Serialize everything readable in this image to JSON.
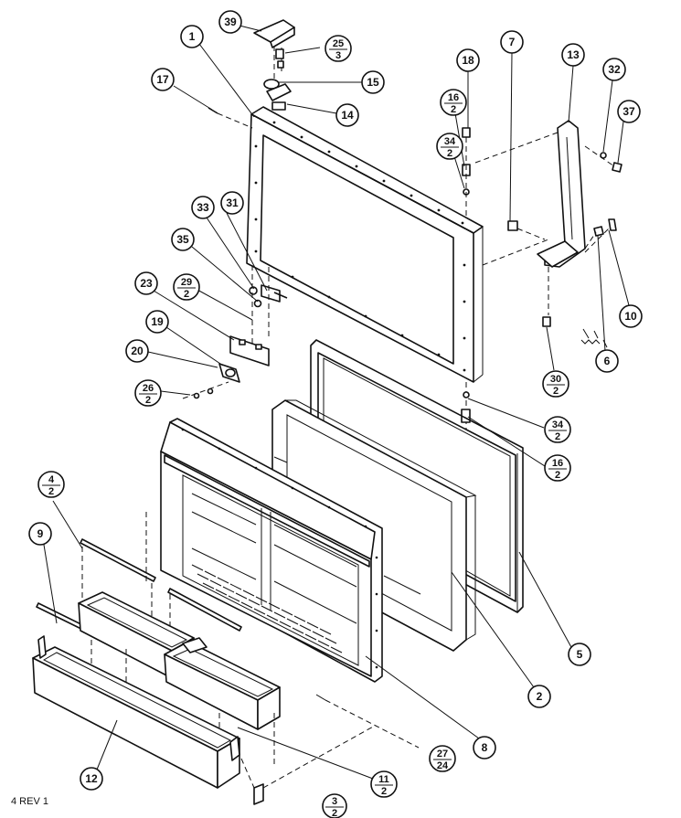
{
  "drawing": {
    "revision_label": "4 REV 1"
  },
  "callouts": {
    "c1": "1",
    "c2": "2",
    "c5": "5",
    "c6": "6",
    "c7": "7",
    "c8": "8",
    "c9": "9",
    "c10": "10",
    "c12": "12",
    "c13": "13",
    "c14": "14",
    "c15": "15",
    "c17": "17",
    "c18": "18",
    "c19": "19",
    "c20": "20",
    "c23": "23",
    "c31": "31",
    "c32": "32",
    "c33": "33",
    "c35": "35",
    "c37": "37",
    "c39": "39"
  },
  "fractions": {
    "f25_3": {
      "top": "25",
      "bottom": "3"
    },
    "f16_2a": {
      "top": "16",
      "bottom": "2"
    },
    "f34_2a": {
      "top": "34",
      "bottom": "2"
    },
    "f29_2": {
      "top": "29",
      "bottom": "2"
    },
    "f26_2": {
      "top": "26",
      "bottom": "2"
    },
    "f30_2": {
      "top": "30",
      "bottom": "2"
    },
    "f34_2b": {
      "top": "34",
      "bottom": "2"
    },
    "f16_2b": {
      "top": "16",
      "bottom": "2"
    },
    "f4_2": {
      "top": "4",
      "bottom": "2"
    },
    "f27_24": {
      "top": "27",
      "bottom": "24"
    },
    "f11_2": {
      "top": "11",
      "bottom": "2"
    },
    "f3_2": {
      "top": "3",
      "bottom": "2"
    }
  }
}
